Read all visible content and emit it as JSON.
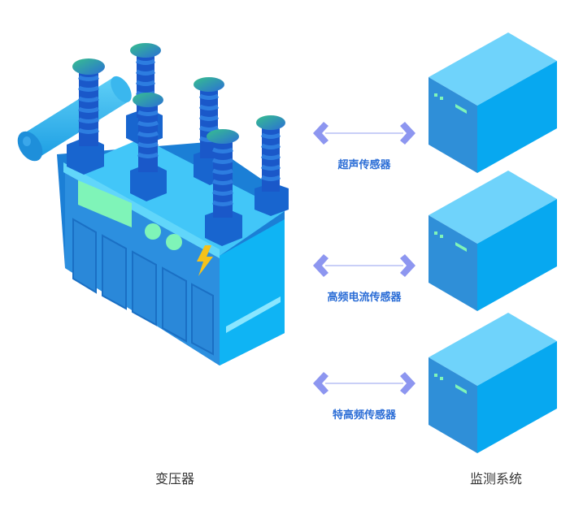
{
  "transformer": {
    "label": "变压器"
  },
  "monitor": {
    "label": "监测系统"
  },
  "links": [
    {
      "label": "超声传感器"
    },
    {
      "label": "高频电流传感器"
    },
    {
      "label": "特高频传感器"
    }
  ],
  "colors": {
    "server_top": "#6fd3fb",
    "server_front": "#2f8fd8",
    "server_side": "#07a8f0",
    "arrow": "#8d96f0",
    "label": "#2b6dd6"
  },
  "icons": [
    "lightning-icon",
    "bidirectional-arrow-icon",
    "server-icon"
  ]
}
